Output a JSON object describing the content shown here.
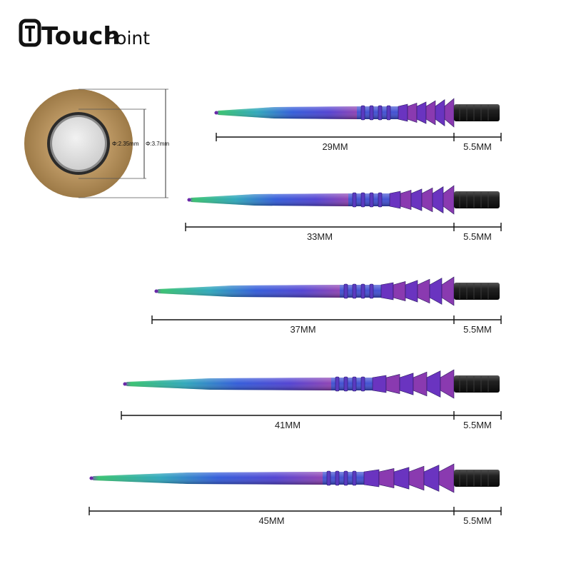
{
  "brand": {
    "logo_main": "Touch",
    "logo_sub": "Point"
  },
  "cross_section": {
    "inner_label": "Φ:2.35mm",
    "outer_label": "Φ:3.7mm"
  },
  "points": [
    {
      "tip_length_label": "29MM",
      "base_length_label": "5.5MM"
    },
    {
      "tip_length_label": "33MM",
      "base_length_label": "5.5MM"
    },
    {
      "tip_length_label": "37MM",
      "base_length_label": "5.5MM"
    },
    {
      "tip_length_label": "41MM",
      "base_length_label": "5.5MM"
    },
    {
      "tip_length_label": "45MM",
      "base_length_label": "5.5MM"
    }
  ],
  "colors": {
    "gold_ring": "#b08a55",
    "ring_dark": "#2b2b2b",
    "core_grey": "#d8d8d8",
    "shaft_green": "#2fbf8a",
    "shaft_blue": "#2a55d8",
    "shaft_purple": "#7a3ab8",
    "base_black": "#151515"
  }
}
